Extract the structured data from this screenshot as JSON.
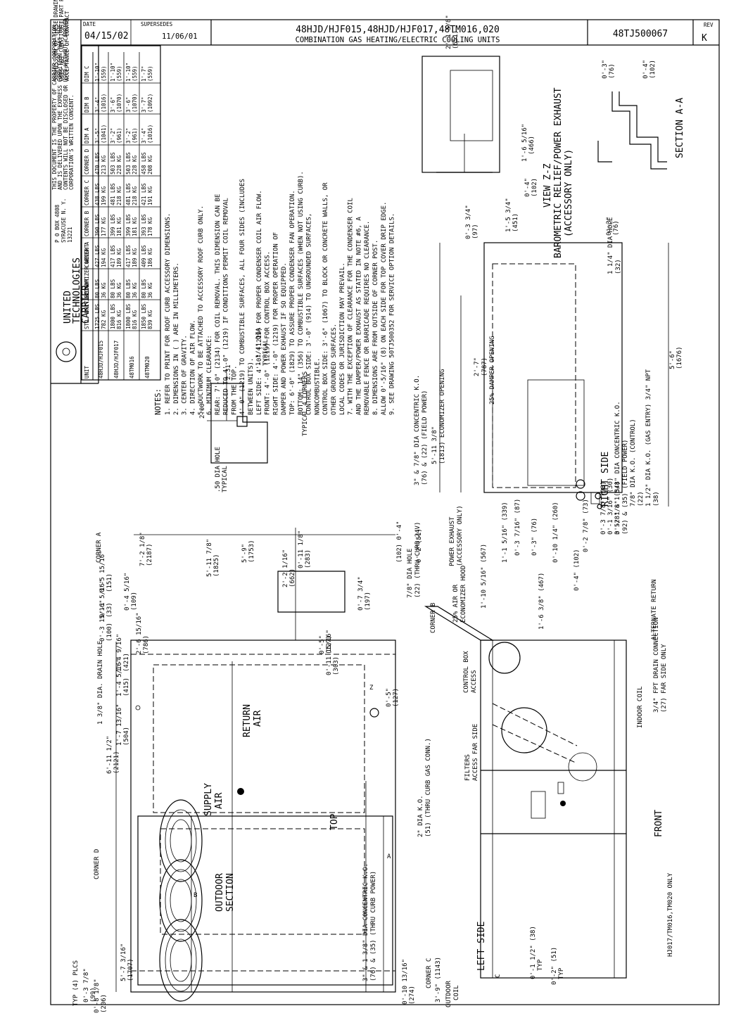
{
  "title_block": {
    "date_label": "DATE",
    "date": "04/15/02",
    "supersedes_label": "SUPERSEDES",
    "supersedes": "11/06/01",
    "title_line1": "48HJD/HJF015,48HJD/HJF017,48TM016,020",
    "title_line2": "COMBINATION GAS HEATING/ELECTRIC COOLING UNITS",
    "drawing_number": "48TJ500067",
    "rev_label": "REV",
    "rev": "K"
  },
  "company": {
    "name_lines": [
      "UNITED",
      "TECHNOLOGIES",
      "CARRIER"
    ],
    "address": [
      "P O BOX 4808",
      "SYRACUSE N. Y.",
      "13221"
    ],
    "property_notice": [
      "THIS DOCUMENT IS THE PROPERTY OF CARRIER CORPORATION",
      "AND IS DELIVERED UPON THE EXPRESS CONDITION THAT THE",
      "CONTENTS WILL NOT BE DISCLOSED OR USED WITHOUT CARRIER",
      "CORPORATION'S WRITTEN CONSENT."
    ],
    "submission_notice": [
      "SUBMISSION OF THESE DRAWINGS OR DOCUMENTS",
      "DOES NOT CONSTITUTE PART PERFORMANCE OR",
      "ACCEPTANCE OF CONTRACT"
    ]
  },
  "weights_table": {
    "headers": [
      "UNIT",
      "STD. UNIT WEIGHT",
      "ECONOMIZER WEIGHT",
      "CORNER A",
      "CORNER B",
      "CORNER C",
      "CORNER D",
      "DIM A",
      "DIM B",
      "DIM C"
    ],
    "rows": [
      {
        "unit": "48HJD/HJF015",
        "cells": [
          "1725 LBS 782 KG",
          "80 LBS 36 KG",
          "427 LBS 194 KG",
          "390 LBS 177 KG",
          "438 LBS 199 KG",
          "470 LBS 213 KG",
          "3'-5\" (1041)",
          "3'-4\" (1016)",
          "1'-10\" (559)"
        ]
      },
      {
        "unit": "48HJD/HJF017",
        "cells": [
          "1800 LBS 816 KG",
          "80 LBS 36 KG",
          "417 LBS 189 KG",
          "399 LBS 181 KG",
          "481 LBS 218 KG",
          "503 LBS 228 KG",
          "3'-2\" (961)",
          "3'-6\" (1070)",
          "1'-10\" (559)"
        ]
      },
      {
        "unit": "48TM016",
        "cells": [
          "1800 LBS 816 KG",
          "80 LBS 36 KG",
          "417 LBS 189 KG",
          "399 LBS 181 KG",
          "481 LBS 218 KG",
          "503 LBS 228 KG",
          "3'-2\" (961)",
          "3'-6\" (1070)",
          "1'-10\" (559)"
        ]
      },
      {
        "unit": "48TM020",
        "cells": [
          "1850 LBS 839 KG",
          "80 LBS 36 KG",
          "409 LBS 186 KG",
          "393 LBS 178 KG",
          "421 LBS 191 KG",
          "458 LBS 208 KG",
          "3'-4\" (1016)",
          "3'-7\" (1092)",
          "1'-7\" (559)"
        ]
      }
    ]
  },
  "notes": {
    "heading": "NOTES:",
    "lines": [
      "1. REFER TO PRINT FOR ROOF CURB ACCESSORY DIMENSIONS.",
      "2. DIMENSIONS IN ( ) ARE IN MILLIMETERS.",
      "3. CENTER OF GRAVITY.",
      "4. DIRECTION OF AIR FLOW.",
      "5. DUCTWORK TO BE ATTACHED TO ACCESSORY ROOF CURB ONLY.",
      "6. MINIMUM CLEARANCE:",
      "   REAR: 7'-0\" (2134) FOR COIL REMOVAL. THIS DIMENSION CAN BE",
      "   REDUCED TO 4'-0\" (1219) IF CONDITIONS PERMIT COIL REMOVAL",
      "   FROM THE TOP.",
      "   4'-0\" (1219) TO COMBUSTIBLE SURFACES, ALL FOUR SIDES (INCLUDES",
      "   BETWEEN UNITS).",
      "   LEFT SIDE: 4'-0\" (1219) FOR PROPER CONDENSER COIL AIR FLOW.",
      "   FRONT: 4'-0\" (1219) FOR CONTROL BOX ACCESS.",
      "   RIGHT SIDE: 4'-0\" (1219) FOR PROPER OPERATION OF",
      "   DAMPER AND POWER EXHAUST IF SO EQUIPPED.",
      "   TOP: 6'-0\" (1829) TO ASSURE PROPER CONDENSER FAN OPERATION.",
      "   BOTTOM: 14\" (356) TO COMBUSTIBLE SURFACES (WHEN NOT USING CURB).",
      "   CONTROL BOX SIDE: 3'-0\" (914) TO UNGROUNDED SURFACES,",
      "   NONCOMBUSTIBLE.",
      "   CONTROL BOX SIDE: 3'-6\" (1067) TO BLOCK OR CONCRETE WALLS, OR",
      "   OTHER GROUNDED SURFACES.",
      "   LOCAL CODES OR JURISDICTION MAY PREVAIL.",
      "7. WITH THE EXCEPTION OF CLEARANCE FOR THE CONDENSER COIL",
      "   AND THE DAMPER/POWER EXHAUST AS STATED IN NOTE #6, A",
      "   REMOVABLE FENCE OR BARRICADE REQUIRES NO CLEARANCE.",
      "8. DIMENSIONS ARE FROM OUTSIDE OF CORNER POST.",
      "   ALLOW 0'-5/16\" (8) ON EACH SIDE FOR TOP COVER DRIP EDGE.",
      "9. SEE DRAWING 50TJ500352 FOR SERVICE OPTION DETAILS."
    ]
  },
  "top_view": {
    "view_label": "TOP",
    "corner_a": "CORNER A",
    "corner_b": "CORNER B",
    "corner_c": "CORNER C",
    "corner_d": "CORNER D",
    "return_air": [
      "RETURN",
      "AIR"
    ],
    "supply_air": [
      "SUPPLY",
      "AIR"
    ],
    "outdoor_section": [
      "OUTDOOR",
      "SECTION"
    ],
    "outdoor_coil": [
      "OUTDOOR",
      "COIL"
    ],
    "power_exhaust": [
      "POWER EXHAUST",
      "(ACCESSORY ONLY)"
    ],
    "drain_hole": "1 3/8\" DIA. DRAIN HOLE",
    "gas_conn": [
      "2\" DIA K.O.",
      "(51) (THRU CURB GAS CONN.)"
    ],
    "power_ko": [
      "3\" & 1 3/8\" DIA CONCENTRIC K.O.",
      "(76) & (35) (THRU CURB POWER)"
    ],
    "curb_24v": [
      "7/8\" DIA HOLE",
      "(22) (THRU CURB,24V)"
    ],
    "typ_plcs": "TYP (4) PLCS",
    "dims": {
      "d1": "0'-3 7/8\"",
      "d1m": "(99)",
      "d2": "0'-8 1/8\"",
      "d2m": "(206)",
      "d3": "5'-7 3/16\"",
      "d3m": "(1707)",
      "d4": "0'-10 13/16\"",
      "d4m": "(274)",
      "d5": "6'-11 1/2\"",
      "d5m": "(2121)",
      "d6": "1'-7 13/16\"",
      "d6m": "(504)",
      "d7": "1'-4 5/16\"",
      "d7m": "(415)",
      "d8": "1'-4 9/16\"",
      "d8m": "(421)",
      "d9": "2'-6 15/16\"",
      "d9m": "(786)",
      "d10": "0'-3 15/16\"",
      "d10m": "(100)",
      "d11": "0'-1 5/16\"",
      "d11m": "(33)",
      "d12": "0'-4 5/16\"",
      "d12m": "(109)",
      "d13": "0'-5 15/16\"",
      "d13m": "(151)",
      "d14": "7'-2 1/8\"",
      "d14m": "(2187)",
      "d15": "5'-11 7/8\"",
      "d15m": "(1825)",
      "d16": "5'-9\"",
      "d16m": "(1753)",
      "d17": "2'-2 1/16\"",
      "d17m": "(662)",
      "d18": "0'-11 1/8\"",
      "d18m": "(283)",
      "d19": "0'-7 3/4\"",
      "d19m": "(197)",
      "d20": "(102) 0'-4\"",
      "d21": "0'-5\"",
      "d21m": "(127)",
      "d22": "0'-11 15/16\"",
      "d22m": "(303)",
      "d23": "0'-5\"",
      "d23m": "(127)",
      "lbl_a": "A",
      "lbl_b": "B",
      "lbl_c": "C",
      "lbl_z": "Z"
    }
  },
  "detail": {
    "hole": [
      ".50 DIA HOLE",
      "TYPICAL"
    ],
    "corner_hole": [
      "1 1/4\" DIA",
      "TYPICAL"
    ],
    "dim1": "2.00",
    "dim2": "2.31",
    "caption": "TYPICAL 4 CORNERS"
  },
  "right_view": {
    "view_label": "RIGHT SIDE",
    "ko1": [
      "3\" & 7/8\" DIA CONCENTRIC K.O.",
      "(76) & (22) (FIELD POWER)"
    ],
    "econ": [
      "5'-11 3/8\"",
      "(1813) ECONOMIZER OPENING"
    ],
    "damper": [
      "2'-7\"",
      "(787)",
      "25% DAMPER OPENING"
    ],
    "dim_top": "0'-2\"(51)",
    "ko2": [
      "3 5/8\" & 1 3/8\" DIA CONCENTRIC K.O.",
      "(92) & (35) (FIELD POWER)"
    ],
    "ko3": [
      "7/8\" DIA K.O. (CONTROL)",
      "(22)"
    ],
    "ko4": [
      "1 1/2\" DIA K.O. (GAS ENTRY) 3/4\" NPT",
      "(38)"
    ],
    "dia_hole": [
      "1 1/4\" DIA HOLE",
      "(32)"
    ],
    "dim_55": "5'-6\"",
    "dim_55m": "(1676)",
    "dim_03": "0'-3\"",
    "dim_03m": "(76)",
    "dim_034": "0'-3 3/4\"",
    "dim_034m": "(97)",
    "dim_153": "1'-5 3/4\"",
    "dim_153m": "(451)",
    "dim_04": "0'-4\"",
    "dim_04m": "(102)"
  },
  "front_view": {
    "view_label": "FRONT",
    "left_label": "LEFT SIDE",
    "control_box": [
      "CONTROL BOX",
      "ACCESS"
    ],
    "hood": [
      "25% AIR OR",
      "ECONOMIZER HOOD"
    ],
    "filters": [
      "FILTERS",
      "ACCESS FAR SIDE"
    ],
    "indoor_coil": "INDOOR COIL",
    "drain": [
      "3/4\" FPT DRAIN CONNECTION",
      "(27)  FAR SIDE ONLY"
    ],
    "alt_return": "ALTERNATE RETURN",
    "hj_only": "HJ017/TM016,TM020 ONLY",
    "dims": [
      "1'-10 5/16\" (567)",
      "1'-1 5/16\" (339)",
      "0'-3 7/16\" (87)",
      "0'-3\" (76)",
      "1'-6 3/8\" (467)",
      "0'-10 1/4\" (260)",
      "0'-4\" (102)",
      "0'-2 7/8\" (73)",
      "0'-3 7/8\" (98)",
      "0'-1 3/16\" (30)",
      "0'-2 1/8\" (54)",
      "3'-9\" (1143)",
      "0'-1 1/2\" (38)",
      "0'-2\" (51)",
      "TYP",
      "TYP",
      "C"
    ]
  },
  "view_zz": {
    "label": [
      "VIEW Z-Z",
      "BAROMETRIC RELIEF/POWER EXHAUST",
      "(ACCESSORY ONLY)"
    ],
    "d1": "2'-1 5/8\"",
    "d1m": "(651)",
    "d2": "1'-6 5/16\"",
    "d2m": "(466)"
  },
  "section_aa": {
    "label": "SECTION A-A",
    "d1": "0'-3\"",
    "d1m": "(76)",
    "d2": "0'-4\"",
    "d2m": "(102)"
  }
}
